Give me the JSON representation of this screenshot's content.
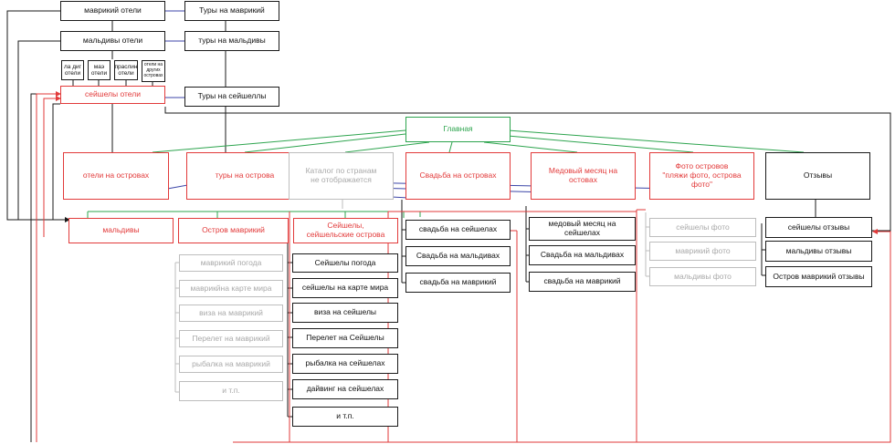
{
  "colors": {
    "black": "#1a1a1a",
    "red": "#e23a3a",
    "green": "#2da44e",
    "gray": "#bdbdbd",
    "blue": "#3c46a8"
  },
  "top": {
    "mauritius_hotels": "маврикий отели",
    "mauritius_tours": "Туры на маврикий",
    "maldives_hotels": "мальдивы отели",
    "maldives_tours": "туры на мальдивы",
    "la_digue": "ла диг\nотели",
    "mahe": "маэ\nотели",
    "praslin": "праслин\nотели",
    "islands_small": "отели на\nдругих\nостровах",
    "seychelles_hotels": "сейшелы отели",
    "seychelles_tours": "Туры на сейшеллы"
  },
  "main": {
    "label": "Главная"
  },
  "categories": {
    "hotels": "отели на островах",
    "tours": "туры на острова",
    "catalog": "Каталог по странам\nне отображается",
    "wedding": "Свадьба на островах",
    "honeymoon": "Медовый месяц на\nостовах",
    "photos": "Фото островов\n\"пляжи фото, острова\nфото\"",
    "reviews": "Отзывы"
  },
  "countries": {
    "maldives": "мальдивы",
    "mauritius": "Остров маврикий",
    "seychelles": "Сейшелы,\nсейшельские острова"
  },
  "mauritius_list": [
    "маврикий погода",
    "маврикйна карте мира",
    "виза на маврикий",
    "Перелет на маврикий",
    "рыбалка на маврикий",
    "и т.п."
  ],
  "seychelles_list": [
    "Сейшелы погода",
    "сейшелы на карте мира",
    "виза на сейшелы",
    "Перелет на Сейшелы",
    "рыбалка на сейшелах",
    "дайвинг на сейшелах",
    "и т.п."
  ],
  "wedding_list": [
    "свадьба на сейшелах",
    "Свадьба на мальдивах",
    "свадьба на маврикий"
  ],
  "honeymoon_list": [
    "медовый месяц на\nсейшелах",
    "Свадьба на мальдивах",
    "свадьба на маврикий"
  ],
  "photo_list": [
    "сейшелы фото",
    "маврикий фото",
    "мальдивы фото"
  ],
  "review_list": [
    "сейшелы отзывы",
    "мальдивы отзывы",
    "Остров маврикий отзывы"
  ]
}
